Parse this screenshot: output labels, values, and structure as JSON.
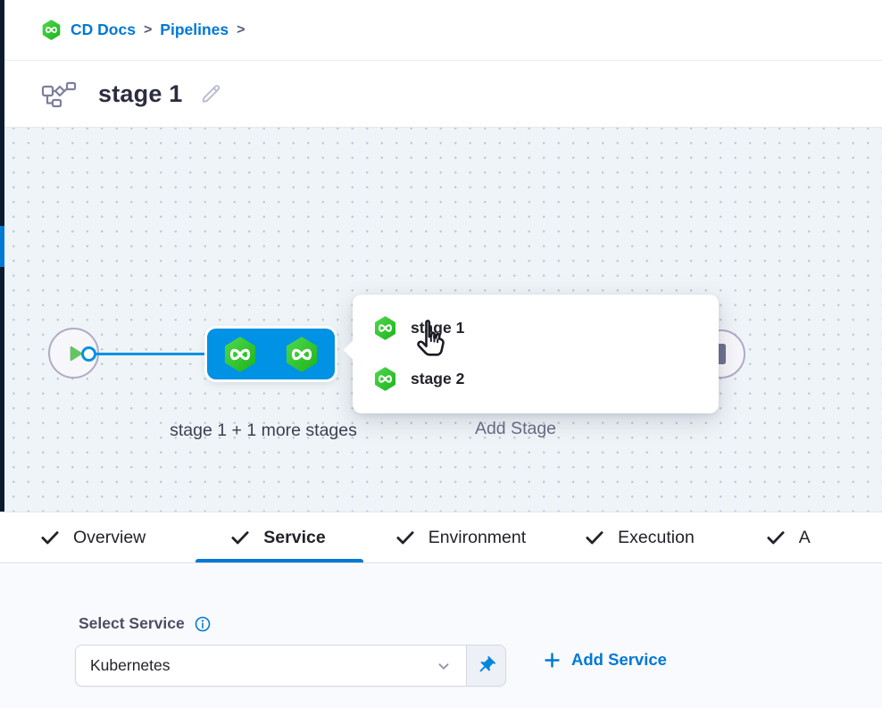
{
  "breadcrumb": {
    "items": [
      "CD Docs",
      "Pipelines"
    ],
    "separator": ">"
  },
  "header": {
    "title": "stage 1"
  },
  "canvas": {
    "group_label": "stage 1 + 1 more stages",
    "add_stage_label": "Add Stage",
    "stage_popup": {
      "items": [
        {
          "label": "stage 1"
        },
        {
          "label": "stage 2"
        }
      ]
    }
  },
  "tabs": [
    {
      "label": "Overview",
      "active": false
    },
    {
      "label": "Service",
      "active": true
    },
    {
      "label": "Environment",
      "active": false
    },
    {
      "label": "Execution",
      "active": false
    },
    {
      "label": "A",
      "active": false
    }
  ],
  "service_panel": {
    "label": "Select Service",
    "selected_value": "Kubernetes",
    "add_service_label": "Add Service"
  },
  "colors": {
    "accent_blue": "#0278d5",
    "node_blue": "#0092e4",
    "hex_green_start": "#4fd64c",
    "hex_green_end": "#1eb61c",
    "play_green": "#66c364",
    "canvas_bg": "#eef4f7",
    "sidebar_dark": "#0a1b2f"
  }
}
